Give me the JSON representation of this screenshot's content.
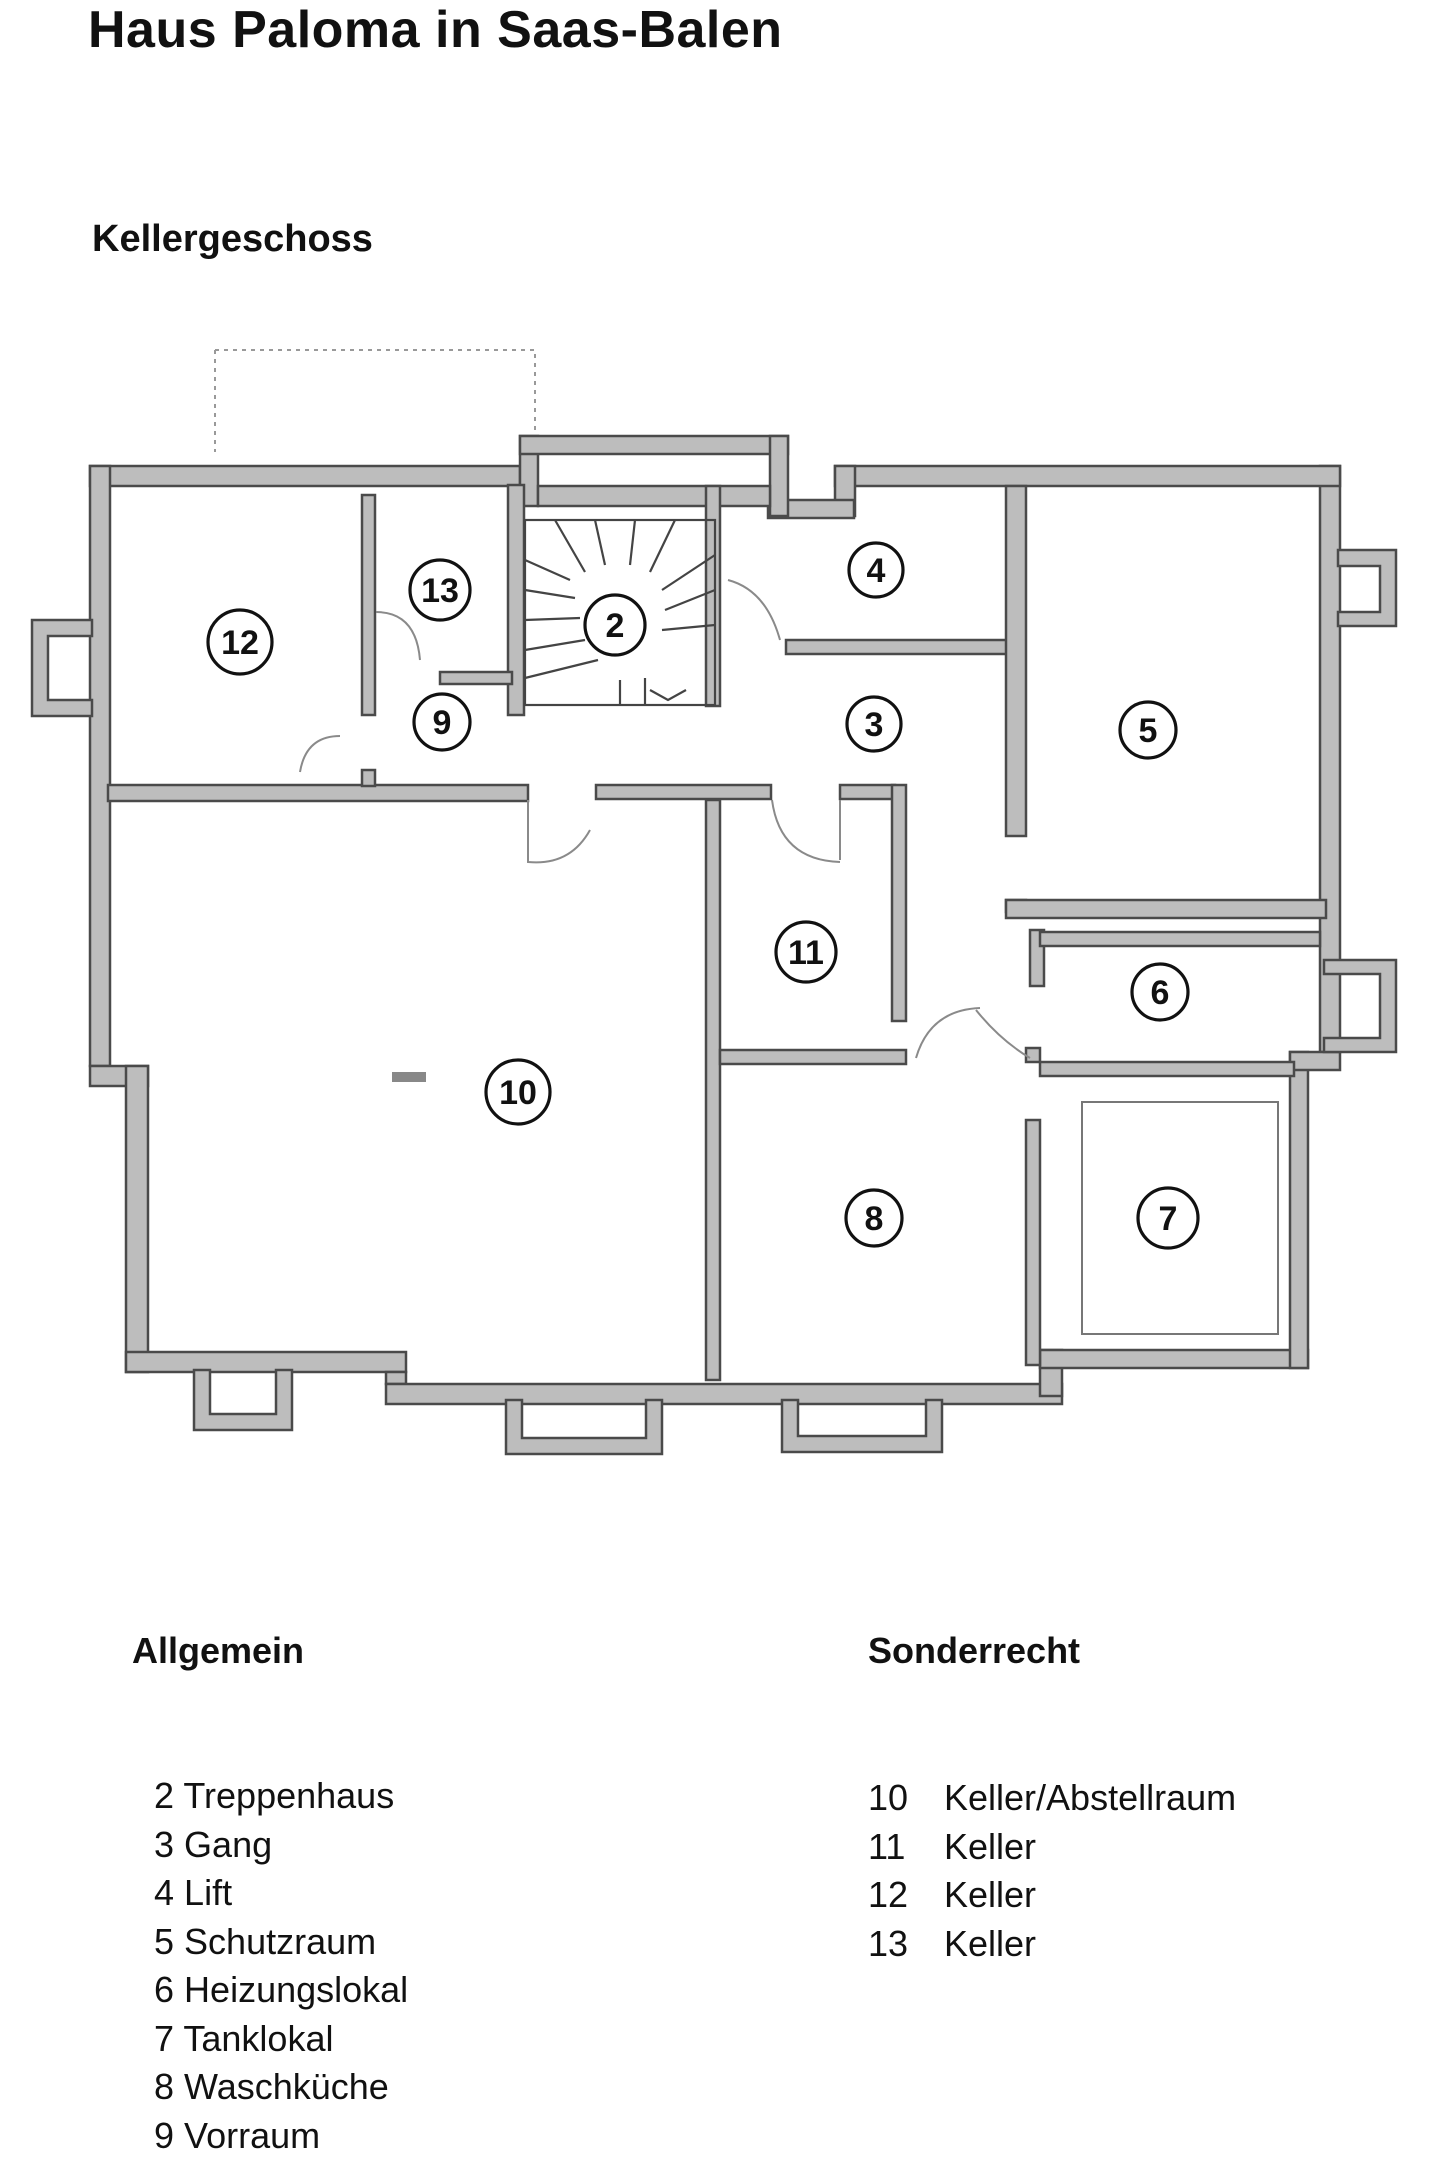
{
  "title": "Haus Paloma in Saas-Balen",
  "subtitle": "Kellergeschoss",
  "plan": {
    "room_labels": [
      "2",
      "3",
      "4",
      "5",
      "6",
      "7",
      "8",
      "9",
      "10",
      "11",
      "12",
      "13"
    ]
  },
  "legend": {
    "general": {
      "heading": "Allgemein",
      "items": [
        {
          "num": "2",
          "name": "Treppenhaus"
        },
        {
          "num": "3",
          "name": "Gang"
        },
        {
          "num": "4",
          "name": "Lift"
        },
        {
          "num": "5",
          "name": "Schutzraum"
        },
        {
          "num": "6",
          "name": "Heizungslokal"
        },
        {
          "num": "7",
          "name": "Tanklokal"
        },
        {
          "num": "8",
          "name": " Waschküche"
        },
        {
          "num": "9",
          "name": " Vorraum"
        }
      ]
    },
    "special": {
      "heading": "Sonderrecht",
      "items": [
        {
          "num": "10",
          "name": "Keller/Abstellraum"
        },
        {
          "num": "11",
          "name": "Keller"
        },
        {
          "num": "12",
          "name": "Keller"
        },
        {
          "num": "13",
          "name": "Keller"
        }
      ]
    }
  }
}
